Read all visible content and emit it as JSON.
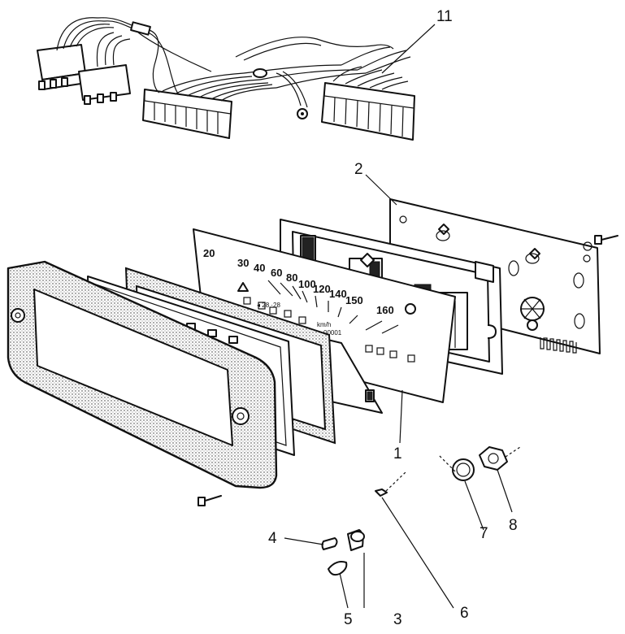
{
  "callouts": [
    {
      "id": "1",
      "text": "1"
    },
    {
      "id": "2",
      "text": "2"
    },
    {
      "id": "3",
      "text": "3"
    },
    {
      "id": "4",
      "text": "4"
    },
    {
      "id": "5",
      "text": "5"
    },
    {
      "id": "6",
      "text": "6"
    },
    {
      "id": "7",
      "text": "7"
    },
    {
      "id": "8",
      "text": "8"
    },
    {
      "id": "11",
      "text": "11"
    }
  ],
  "speedometer": {
    "scale": [
      "20",
      "30",
      "40",
      "60",
      "80",
      "100",
      "120",
      "140",
      "150",
      "160"
    ],
    "unit": "km/h",
    "odometer": "00001"
  }
}
